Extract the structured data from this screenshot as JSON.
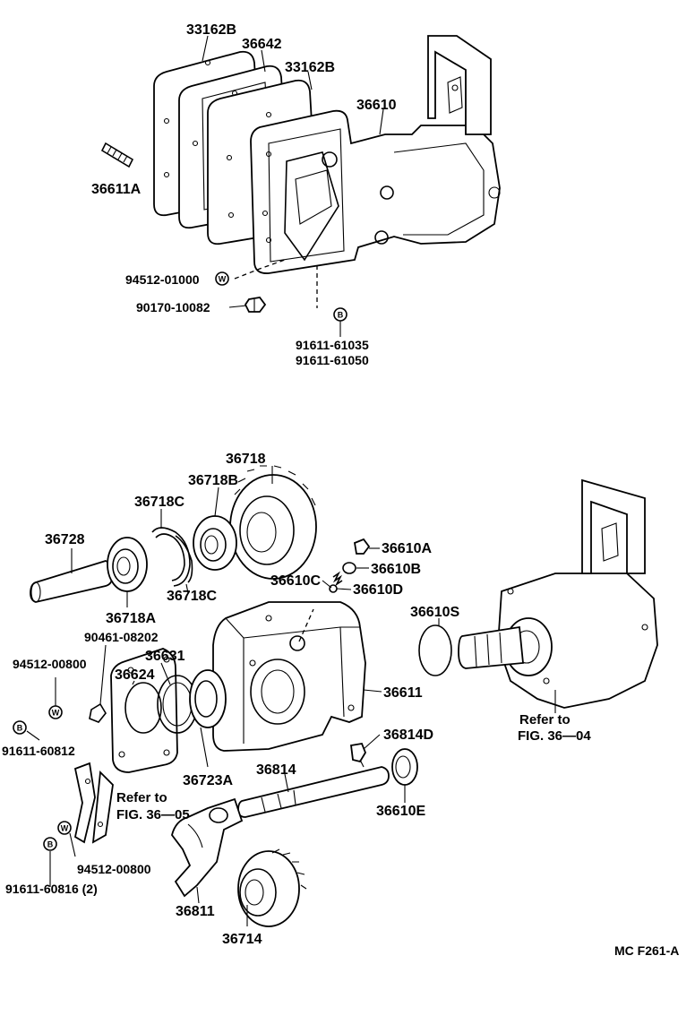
{
  "colors": {
    "ink": "#000000",
    "paper": "#ffffff"
  },
  "upper_assembly": {
    "labels": {
      "gasket_outer": "33162B",
      "spacer": "36642",
      "gasket_inner": "33162B",
      "pto_assembly": "36610",
      "stud": "36611A",
      "washer_part": "94512-01000",
      "nut_part": "90170-10082",
      "bolt_part_1": "91611-61035",
      "bolt_part_2": "91611-61050"
    },
    "symbols": {
      "washer": "W",
      "bolt": "B"
    }
  },
  "lower_assembly": {
    "labels": {
      "gear": "36718",
      "gear_bearing": "36718B",
      "snap_ring_c": "36718C",
      "shaft": "36728",
      "bearing_a": "36718A",
      "snap_ring_c_lower": "36718C",
      "plug": "36610A",
      "gasket_b": "36610B",
      "spring_c": "36610C",
      "ball_d": "36610D",
      "o_ring": "36610S",
      "case": "36611",
      "lock_part": "90461-08202",
      "cover_gasket": "36631",
      "cover": "36624",
      "washer_part_a": "94512-00800",
      "bolt_part_a": "91611-60812",
      "bearing_723": "36723A",
      "breather": "36814D",
      "shift_shaft": "36814",
      "oil_seal": "36610E",
      "washer_part_b": "94512-00800",
      "bolt_part_b": "91611-60816 (2)",
      "shift_fork": "36811",
      "drive_gear": "36714"
    },
    "references": {
      "fig_04_line1": "Refer to",
      "fig_04_line2": "FIG. 36—04",
      "fig_05_line1": "Refer to",
      "fig_05_line2": "FIG. 36—05"
    },
    "symbols": {
      "washer": "W",
      "bolt": "B"
    }
  },
  "figure_code": "MC F261-A"
}
